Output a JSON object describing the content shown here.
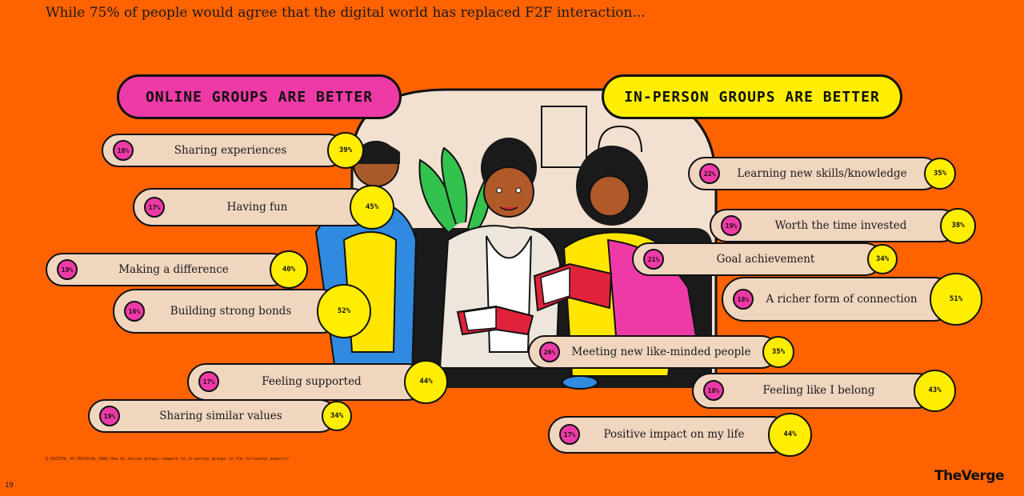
{
  "headline": "While 75% of people would agree that the digital world has replaced F2F interaction...",
  "left_header": "ONLINE GROUPS ARE BETTER",
  "right_header": "IN-PERSON GROUPS ARE BETTER",
  "footnote": "Q_DIGITAL_VS_PHYSICAL_SUB2 How do online groups compare to in-person groups in the following aspects?",
  "page_number": "19",
  "logo": "TheVerge",
  "colors": {
    "background": "#ff6200",
    "online": "#ee3aa7",
    "in_person": "#ffee00",
    "pill": "#f0d5bf"
  },
  "chart_data": {
    "type": "bar",
    "categories": [
      "Sharing experiences",
      "Having fun",
      "Making a difference",
      "Building strong bonds",
      "Feeling supported",
      "Sharing similar values",
      "Learning new skills/knowledge",
      "Worth the time invested",
      "Goal achievement",
      "A richer form of connection",
      "Meeting new like-minded people",
      "Feeling like I belong",
      "Positive impact on my life"
    ],
    "series": [
      {
        "name": "ONLINE GROUPS ARE BETTER",
        "values": [
          18,
          17,
          19,
          16,
          17,
          19,
          22,
          19,
          21,
          18,
          26,
          18,
          17
        ]
      },
      {
        "name": "IN-PERSON GROUPS ARE BETTER",
        "values": [
          39,
          45,
          40,
          52,
          44,
          34,
          35,
          38,
          34,
          51,
          35,
          43,
          44
        ]
      }
    ],
    "value_suffix": "%",
    "title": "",
    "xlabel": "",
    "ylabel": ""
  }
}
